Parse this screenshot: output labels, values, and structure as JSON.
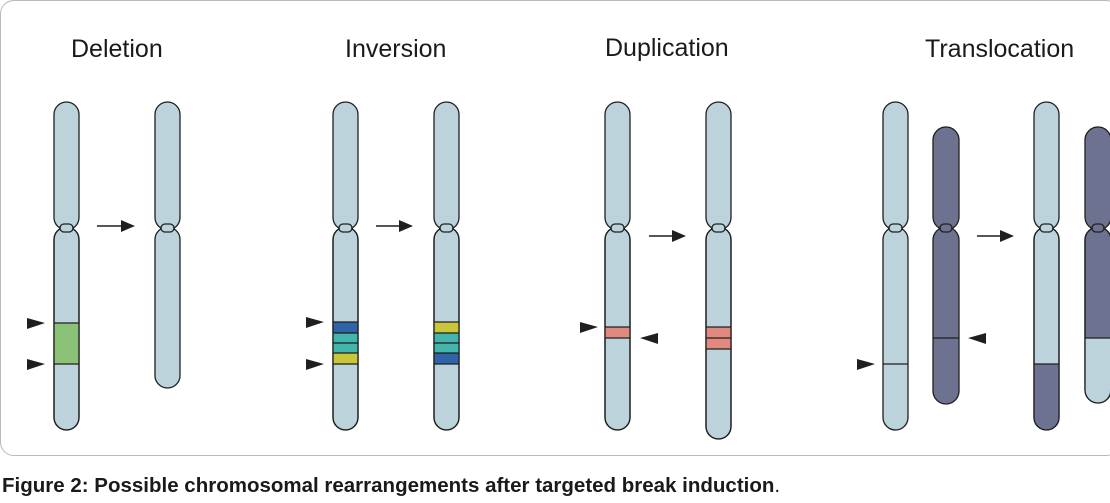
{
  "headings": {
    "deletion": "Deletion",
    "inversion": "Inversion",
    "duplication": "Duplication",
    "translocation": "Translocation"
  },
  "caption": {
    "figure_label": "Figure 2:",
    "text": "Possible chromosomal rearrangements after targeted break induction",
    "end": "."
  },
  "colors": {
    "chromosome_light": "#bdd3dc",
    "chromosome_dark": "#6c7290",
    "outline": "#1f1f1f",
    "deleted_segment": "#8cc178",
    "band_dark_blue": "#2f64a8",
    "band_teal": "#43b5ad",
    "band_yellow": "#c9c63a",
    "duplicated_segment": "#e0897f"
  }
}
